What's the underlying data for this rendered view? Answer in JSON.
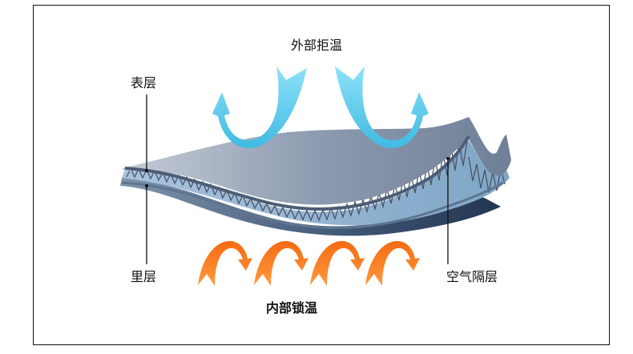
{
  "labels": {
    "top": "外部拒温",
    "bottom": "内部锁温",
    "outer_layer": "表层",
    "inner_layer": "里层",
    "air_layer": "空气隔层"
  },
  "colors": {
    "heat_out_arrow": "#5cc8ec",
    "heat_in_arrow": "#f57a1f",
    "fabric_top": "#8a98ad",
    "fabric_edge": "#34465e",
    "air_gap": "#8fb2cf",
    "leader_line": "#111111"
  }
}
